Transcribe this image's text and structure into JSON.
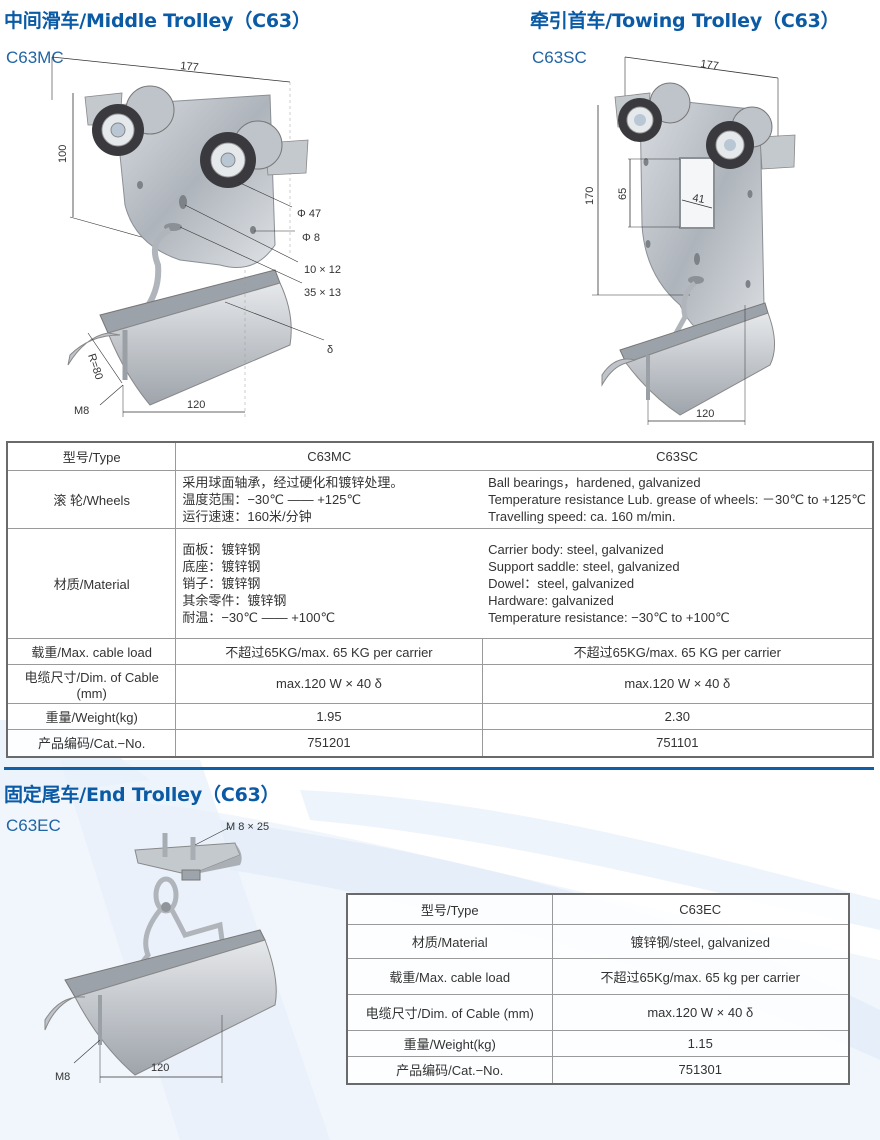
{
  "colors": {
    "title_blue": "#0a5aa5",
    "model_blue": "#1f64a6",
    "divider_blue": "#0f5ea8",
    "table_border": "#9a9a9a",
    "text": "#333333",
    "background_swoosh": "#e8f0fa"
  },
  "middle_trolley": {
    "title": "中间滑车/Middle Trolley（C63）",
    "model": "C63MC",
    "dimensions": {
      "width_top": "177",
      "height": "100",
      "wheel_diameter": "Φ 47",
      "hole": "Φ 8",
      "slot_1": "10 × 12",
      "slot_2": "35 × 13",
      "thickness": "δ",
      "radius": "R=80",
      "bolt": "M8",
      "saddle_width": "120"
    }
  },
  "towing_trolley": {
    "title": "牵引首车/Towing Trolley（C63）",
    "model": "C63SC",
    "dimensions": {
      "width_top": "177",
      "height": "170",
      "window_height": "65",
      "window_width": "41",
      "saddle_width": "120"
    }
  },
  "table_1": {
    "header": {
      "label": "型号/Type",
      "col1": "C63MC",
      "col2": "C63SC"
    },
    "wheels": {
      "label": "滚 轮/Wheels",
      "cn_lines": [
        "采用球面轴承，经过硬化和镀锌处理。",
        "温度范围：−30℃ —— +125℃",
        "运行速速：160米/分钟"
      ],
      "en_lines": [
        "Ball bearings，hardened, galvanized",
        "Temperature resistance Lub. grease of wheels: －30℃ to +125℃",
        "Travelling speed: ca. 160 m/min."
      ]
    },
    "material": {
      "label": "材质/Material",
      "cn_lines": [
        "面板：镀锌钢",
        "底座：镀锌钢",
        "销子：镀锌钢",
        "其余零件：镀锌钢",
        "耐温：−30℃ —— +100℃"
      ],
      "en_lines": [
        "Carrier body: steel, galvanized",
        "Support saddle: steel, galvanized",
        "Dowel：steel, galvanized",
        "Hardware: galvanized",
        "Temperature resistance: −30℃ to +100℃"
      ]
    },
    "rows": [
      {
        "label": "载重/Max. cable load",
        "col1": "不超过65KG/max. 65 KG per carrier",
        "col2": "不超过65KG/max. 65 KG per carrier"
      },
      {
        "label": "电缆尺寸/Dim. of Cable (mm)",
        "col1": "max.120 W × 40  δ",
        "col2": "max.120 W × 40  δ"
      },
      {
        "label": "重量/Weight(kg)",
        "col1": "1.95",
        "col2": "2.30"
      },
      {
        "label": "产品编码/Cat.−No.",
        "col1": "751201",
        "col2": "751101"
      }
    ]
  },
  "end_trolley": {
    "title": "固定尾车/End Trolley（C63）",
    "model": "C63EC",
    "dimensions": {
      "top_bolt": "M 8 × 25",
      "bolt": "M8",
      "saddle_width": "120"
    }
  },
  "table_2": {
    "rows": [
      {
        "label": "型号/Type",
        "value": "C63EC"
      },
      {
        "label": "材质/Material",
        "value": "镀锌钢/steel, galvanized"
      },
      {
        "label": "载重/Max. cable load",
        "value": "不超过65Kg/max. 65 kg per carrier"
      },
      {
        "label": "电缆尺寸/Dim. of Cable (mm)",
        "value": "max.120 W × 40  δ"
      },
      {
        "label": "重量/Weight(kg)",
        "value": "1.15"
      },
      {
        "label": "产品编码/Cat.−No.",
        "value": "751301"
      }
    ]
  }
}
